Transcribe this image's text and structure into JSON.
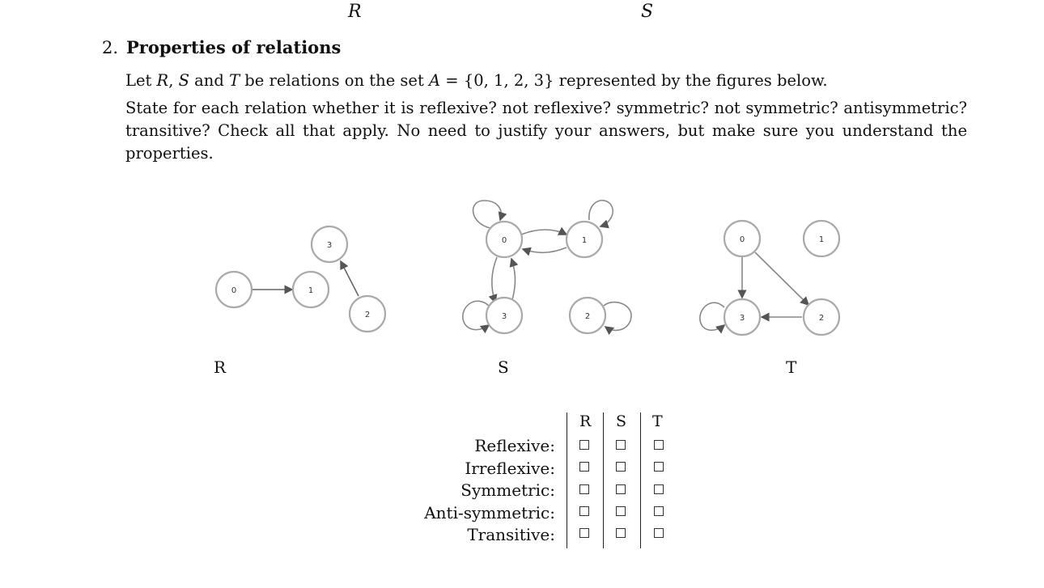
{
  "header": {
    "left_label": "R",
    "right_label": "S"
  },
  "problem": {
    "number": "2.",
    "title": "Properties of relations",
    "para1": {
      "a": "Let ",
      "r": "R",
      "b": ", ",
      "s": "S",
      "c": " and ",
      "t": "T",
      "d": " be relations on the set ",
      "setvar": "A",
      "e": " = {0, 1, 2, 3} represented by the figures below."
    },
    "para2": "State for each relation whether it is reflexive? not reflexive? symmetric? not symmetric? antisymmetric? transitive? Check all that apply. No need to justify your answers, but make sure you understand the properties."
  },
  "graphs": {
    "R": {
      "caption": "R",
      "nodes": [
        "0",
        "1",
        "2",
        "3"
      ],
      "edges": [
        [
          "0",
          "1"
        ],
        [
          "2",
          "3"
        ]
      ]
    },
    "S": {
      "caption": "S",
      "nodes": [
        "0",
        "1",
        "2",
        "3"
      ],
      "edges": [
        [
          "0",
          "0"
        ],
        [
          "1",
          "1"
        ],
        [
          "2",
          "2"
        ],
        [
          "3",
          "3"
        ],
        [
          "0",
          "1"
        ],
        [
          "1",
          "0"
        ],
        [
          "0",
          "3"
        ],
        [
          "3",
          "0"
        ]
      ]
    },
    "T": {
      "caption": "T",
      "nodes": [
        "0",
        "1",
        "2",
        "3"
      ],
      "edges": [
        [
          "0",
          "3"
        ],
        [
          "0",
          "2"
        ],
        [
          "2",
          "3"
        ],
        [
          "3",
          "3"
        ]
      ]
    }
  },
  "table": {
    "columns": [
      "R",
      "S",
      "T"
    ],
    "rows": [
      "Reflexive:",
      "Irreflexive:",
      "Symmetric:",
      "Anti-symmetric:",
      "Transitive:"
    ]
  }
}
